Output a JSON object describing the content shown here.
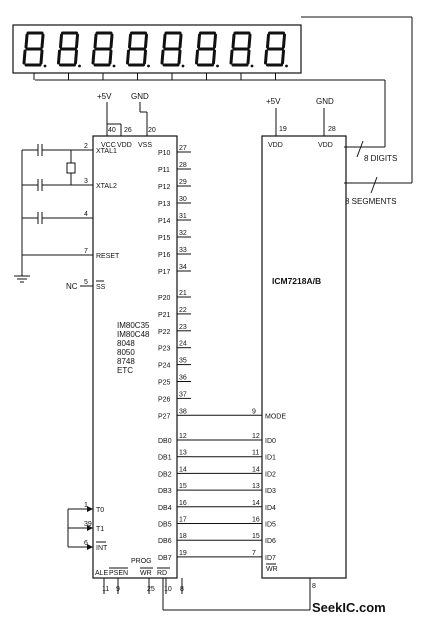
{
  "mcu": {
    "names": [
      "IM80C35",
      "IM80C48",
      "8048",
      "8050",
      "8748",
      "ETC"
    ],
    "top_pins": [
      {
        "label": "VCC",
        "num": "40"
      },
      {
        "label": "VDD",
        "num": "26"
      },
      {
        "label": "VSS",
        "num": "20"
      }
    ],
    "left_pins": [
      {
        "label": "XTAL1",
        "num": "2"
      },
      {
        "label": "XTAL2",
        "num": "3"
      },
      {
        "label": "",
        "num": "4"
      },
      {
        "label": "RESET",
        "num": "7"
      },
      {
        "label": "SS",
        "num": "5"
      },
      {
        "label": "T0",
        "num": "1"
      },
      {
        "label": "T1",
        "num": "39"
      },
      {
        "label": "INT",
        "num": "6"
      }
    ],
    "right_pins": [
      {
        "label": "P10",
        "num": "27"
      },
      {
        "label": "P11",
        "num": "28"
      },
      {
        "label": "P12",
        "num": "29"
      },
      {
        "label": "P13",
        "num": "30"
      },
      {
        "label": "P14",
        "num": "31"
      },
      {
        "label": "P15",
        "num": "32"
      },
      {
        "label": "P16",
        "num": "33"
      },
      {
        "label": "P17",
        "num": "34"
      },
      {
        "label": "P20",
        "num": "21"
      },
      {
        "label": "P21",
        "num": "22"
      },
      {
        "label": "P22",
        "num": "23"
      },
      {
        "label": "P23",
        "num": "24"
      },
      {
        "label": "P24",
        "num": "35"
      },
      {
        "label": "P25",
        "num": "36"
      },
      {
        "label": "P26",
        "num": "37"
      },
      {
        "label": "P27",
        "num": "38"
      },
      {
        "label": "DB0",
        "num": "12"
      },
      {
        "label": "DB1",
        "num": "13"
      },
      {
        "label": "DB2",
        "num": "14"
      },
      {
        "label": "DB3",
        "num": "15"
      },
      {
        "label": "DB4",
        "num": "16"
      },
      {
        "label": "DB5",
        "num": "17"
      },
      {
        "label": "DB6",
        "num": "18"
      },
      {
        "label": "DB7",
        "num": "19"
      }
    ],
    "bottom_pins": [
      {
        "label": "ALE",
        "num": "11"
      },
      {
        "label": "PSEN",
        "num": "9"
      },
      {
        "label": "WR",
        "num": "25"
      },
      {
        "label": "RD",
        "num": "10"
      },
      {
        "label": "",
        "num": "8"
      }
    ],
    "prog_label": "PROG",
    "nc_label": "NC"
  },
  "driver": {
    "name": "ICM7218A/B",
    "top_pins": [
      {
        "label": "VDD",
        "num": "19"
      },
      {
        "label": "VDD",
        "num": "28"
      }
    ],
    "left_pins": [
      {
        "label": "MODE",
        "num": "9"
      },
      {
        "label": "ID0",
        "num": "12"
      },
      {
        "label": "ID1",
        "num": "11"
      },
      {
        "label": "ID2",
        "num": "14"
      },
      {
        "label": "ID3",
        "num": "13"
      },
      {
        "label": "ID4",
        "num": "14"
      },
      {
        "label": "ID5",
        "num": "16"
      },
      {
        "label": "ID6",
        "num": "15"
      },
      {
        "label": "ID7",
        "num": "7"
      },
      {
        "label": "WR",
        "num": "8"
      }
    ]
  },
  "power": {
    "vplus_left": "+5V",
    "gnd_left": "GND",
    "vplus_right": "+5V",
    "gnd_right": "GND"
  },
  "bus_labels": {
    "digits": "8 DIGITS",
    "segments": "8 SEGMENTS"
  },
  "display": {
    "digit_count": 8
  },
  "watermark": "SeekIC.com"
}
